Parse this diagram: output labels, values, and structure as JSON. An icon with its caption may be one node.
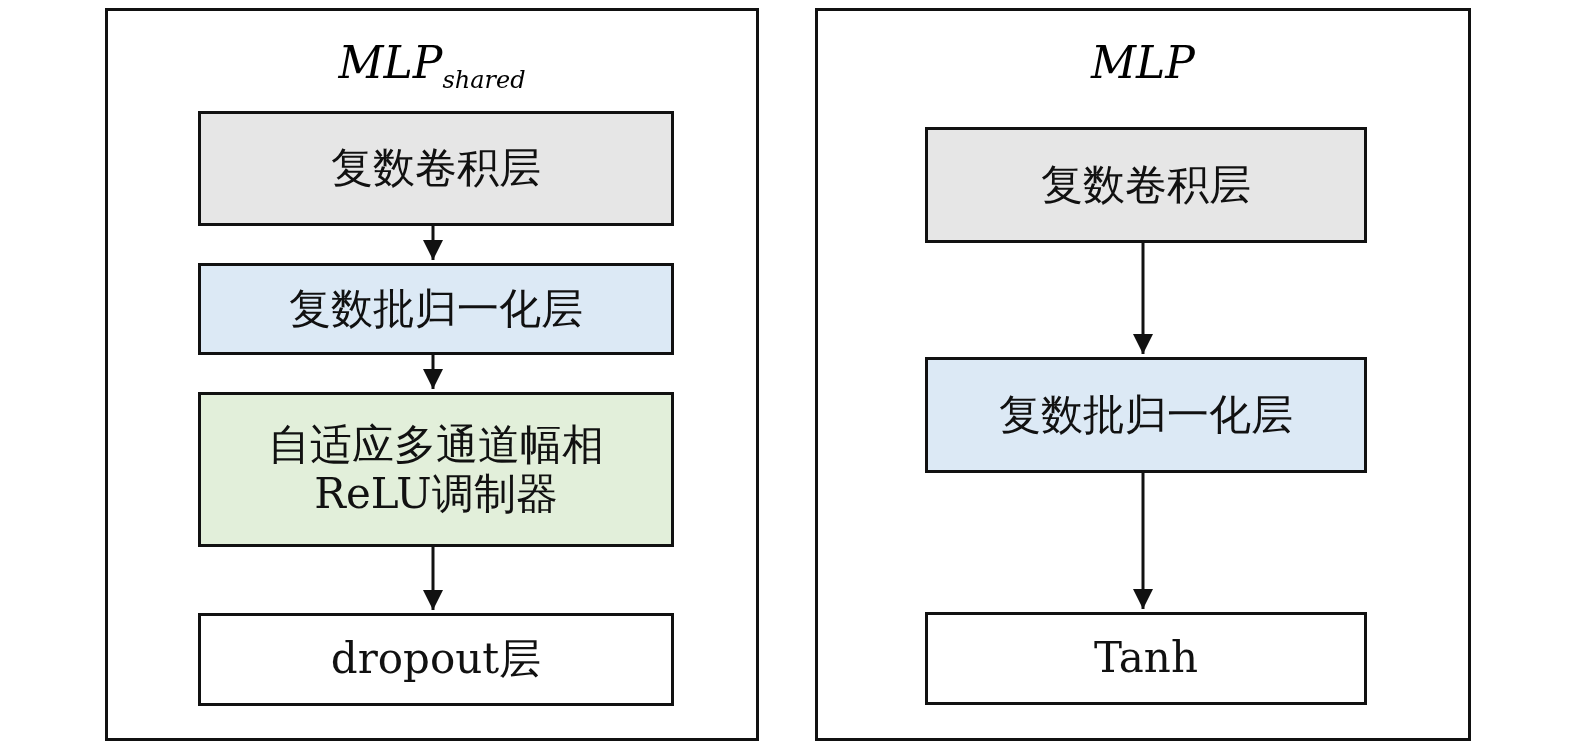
{
  "diagram": {
    "nodes": [
      {
        "text": [
          "MLP$_{shared}$"
        ]
      },
      {
        "text": [
          "复数卷积层"
        ],
        "in": 0
      },
      {
        "text": [
          "复数批归一化层"
        ],
        "in": 0
      },
      {
        "text": [
          "自适应多通道幅相ReLU调制器"
        ],
        "in": 0
      },
      {
        "text": [
          "dropout层"
        ],
        "in": 0
      },
      {
        "text": [
          "MLP"
        ]
      },
      {
        "text": [
          "复数卷积层"
        ],
        "in": 5
      },
      {
        "text": [
          "复数批归一化层"
        ],
        "in": 5
      },
      {
        "text": [
          "Tanh"
        ],
        "in": 5
      }
    ],
    "edges": [
      {
        "from": 1,
        "to": 2,
        "arrow": "to"
      },
      {
        "from": 2,
        "to": 3,
        "arrow": "to"
      },
      {
        "from": 3,
        "to": 4,
        "arrow": "to"
      },
      {
        "from": 6,
        "to": 7,
        "arrow": "to"
      },
      {
        "from": 7,
        "to": 8,
        "arrow": "to"
      }
    ]
  }
}
